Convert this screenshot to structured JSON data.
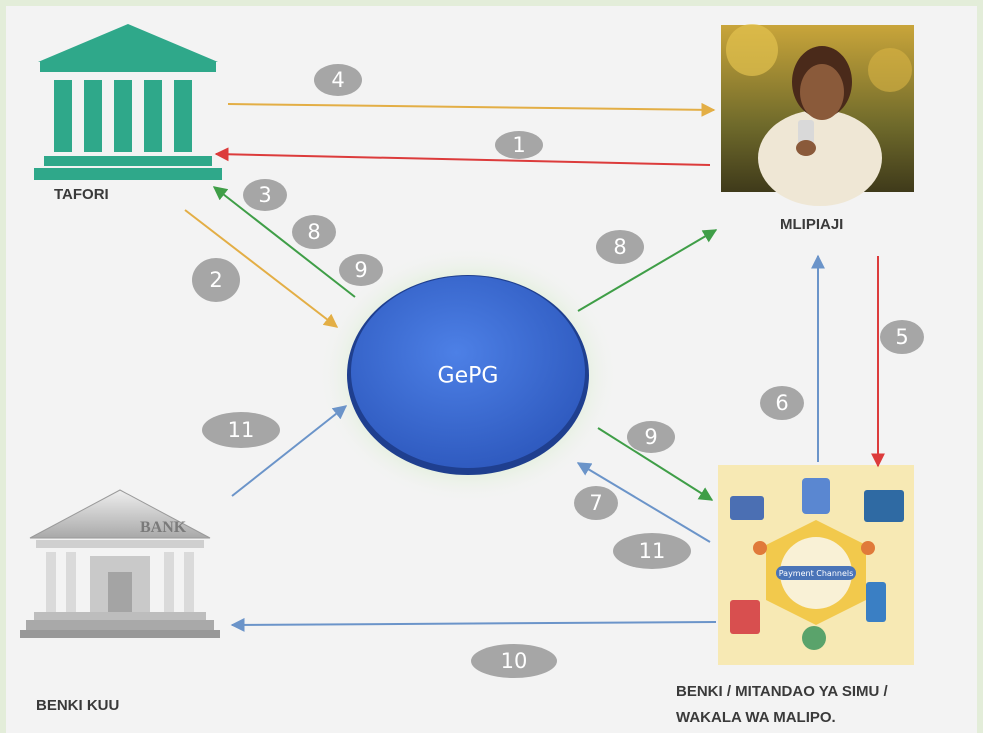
{
  "nodes": {
    "tafori": {
      "label": "TAFORI"
    },
    "mlipiaji": {
      "label": "MLIPIAJI"
    },
    "gepg": {
      "label": "GePG"
    },
    "benki_kuu": {
      "label": "BENKI KUU",
      "sign": "BANK"
    },
    "channels": {
      "label": "BENKI / MITANDAO YA SIMU /\nWAKALA WA MALIPO.",
      "inner_label": "Payment Channels"
    }
  },
  "steps": {
    "s1": "1",
    "s2": "2",
    "s3": "3",
    "s4": "4",
    "s5": "5",
    "s6": "6",
    "s7": "7",
    "s8a": "8",
    "s8b": "8",
    "s9a": "9",
    "s9b": "9",
    "s10": "10",
    "s11a": "11",
    "s11b": "11"
  },
  "colors": {
    "orange_arrow": "#e3ae45",
    "red_arrow": "#dc3b3b",
    "green_arrow": "#3f9e47",
    "blue_arrow": "#6b94c9",
    "step_badge": "#a6a6a6",
    "gepg_fill": "#3f6fd6",
    "teal_icon": "#2fa88a"
  }
}
